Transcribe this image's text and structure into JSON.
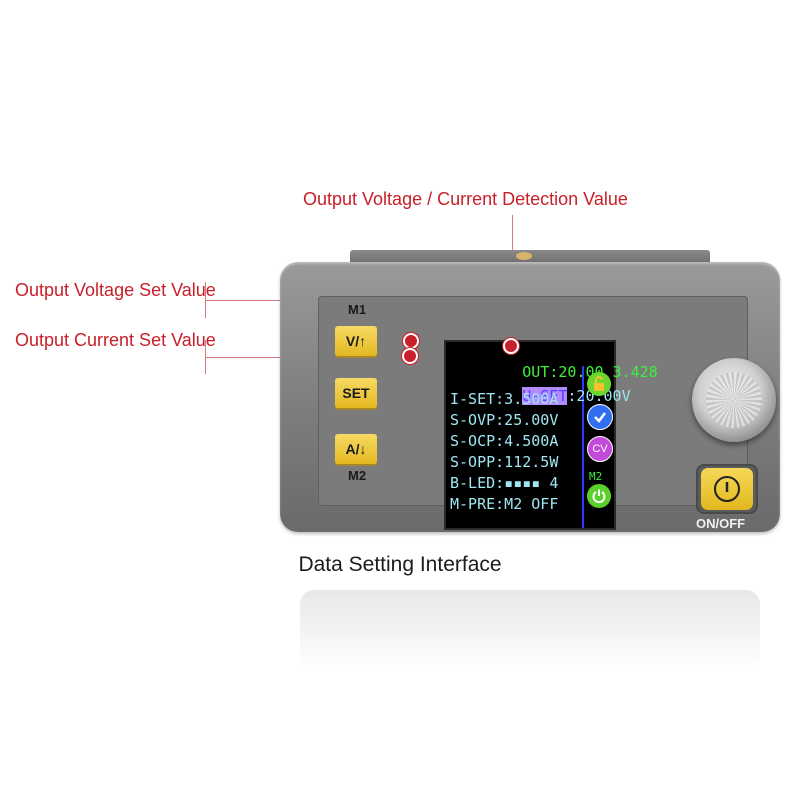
{
  "annotations": {
    "detection": "Output Voltage / Current Detection Value",
    "voltage_set": "Output Voltage Set Value",
    "current_set": "Output Current Set Value"
  },
  "caption": "Data Setting Interface",
  "buttons": {
    "m1_label": "M1",
    "m2_label": "M2",
    "voltage_button": "V/↑",
    "set_button": "SET",
    "current_button": "A/↓",
    "onoff_label": "ON/OFF"
  },
  "screen": {
    "out_prefix": "OUT:",
    "out_values": "20.00 3.428",
    "u_set_label": "U-SET",
    "u_set_value": ":20.00V",
    "i_set": "I-SET:3.500A",
    "s_ovp": "S-OVP:25.00V",
    "s_ocp": "S-OCP:4.500A",
    "s_opp": "S-OPP:112.5W",
    "b_led": "B-LED:▪▪▪▪ 4",
    "m_pre": "M-PRE:M2 OFF",
    "cv_label": "CV",
    "m2_small": "M2"
  },
  "colors": {
    "annotation": "#c8202a",
    "button_yellow": "#e5b822",
    "lcd_green": "#3ef03e",
    "lcd_cyan": "#9fe6f2"
  },
  "icons": [
    "unlock-icon",
    "check-icon",
    "cv-icon",
    "power-icon"
  ]
}
